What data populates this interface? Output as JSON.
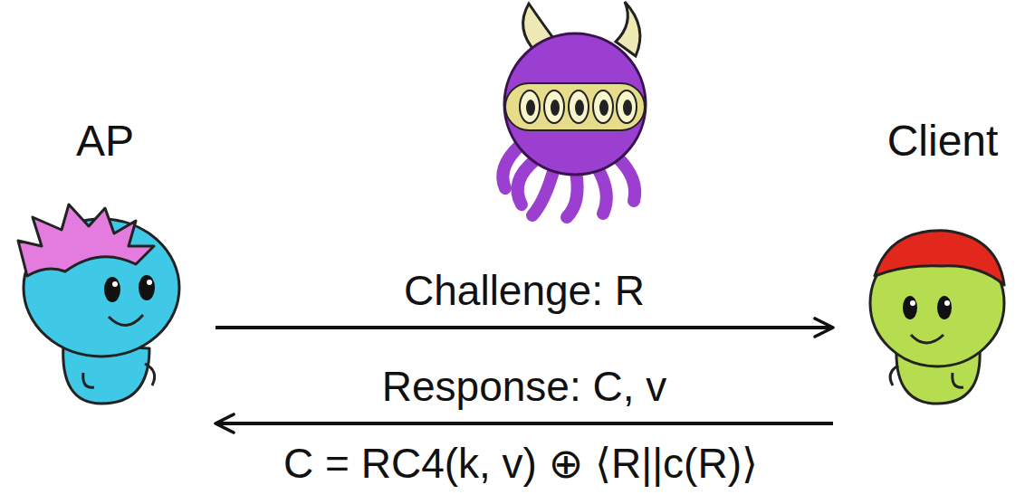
{
  "diagram": {
    "nodes": [
      {
        "text": [
          "AP"
        ]
      },
      {
        "text": [
          "Client"
        ]
      }
    ],
    "edges": [
      {
        "from": 0,
        "to": 1,
        "arrow": "to",
        "label": "Challenge: R"
      },
      {
        "from": 1,
        "to": 0,
        "arrow": "to",
        "label": "Response: C, v"
      }
    ],
    "labels": [
      "C = RC4(k, v) ⊕ ⟨R||c(R)⟩"
    ]
  }
}
